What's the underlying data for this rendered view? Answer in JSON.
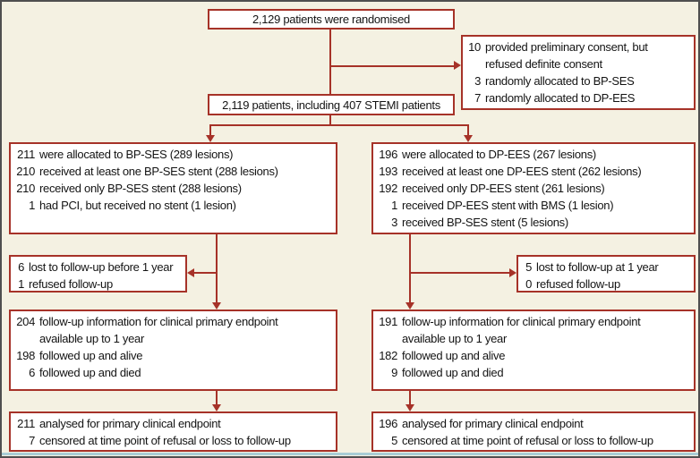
{
  "colors": {
    "accent": "#a63228",
    "background": "#f4f1e2",
    "box_fill": "#ffffff",
    "text": "#141414",
    "frame": "#4f4f4f",
    "bottom_line": "#a9cdd6"
  },
  "flow": {
    "randomised": {
      "text": "2,129 patients were randomised"
    },
    "consent_excluded": {
      "lines": [
        {
          "num": "10",
          "text": "provided preliminary consent, but"
        },
        {
          "num": "",
          "text": "refused definite consent"
        },
        {
          "num": "3",
          "text": "randomly allocated to BP-SES"
        },
        {
          "num": "7",
          "text": "randomly allocated to DP-EES"
        }
      ]
    },
    "included": {
      "text": "2,119 patients, including 407 STEMI patients"
    },
    "bpses_allocated": {
      "lines": [
        {
          "num": "211",
          "text": "were allocated to BP-SES (289 lesions)"
        },
        {
          "num": "210",
          "text": "received at least one BP-SES stent (288 lesions)"
        },
        {
          "num": "210",
          "text": "received only BP-SES stent (288 lesions)"
        },
        {
          "num": "1",
          "text": "had PCI, but received no stent (1 lesion)"
        }
      ]
    },
    "dpees_allocated": {
      "lines": [
        {
          "num": "196",
          "text": "were allocated to DP-EES (267 lesions)"
        },
        {
          "num": "193",
          "text": "received at least one DP-EES stent (262 lesions)"
        },
        {
          "num": "192",
          "text": "received only DP-EES stent (261 lesions)"
        },
        {
          "num": "1",
          "text": "received DP-EES stent with BMS (1 lesion)"
        },
        {
          "num": "3",
          "text": "received BP-SES stent (5 lesions)"
        }
      ]
    },
    "bpses_lost": {
      "lines": [
        {
          "num": "6",
          "text": "lost to follow-up before 1 year"
        },
        {
          "num": "1",
          "text": "refused follow-up"
        }
      ]
    },
    "dpees_lost": {
      "lines": [
        {
          "num": "5",
          "text": "lost to follow-up at 1 year"
        },
        {
          "num": "0",
          "text": "refused follow-up"
        }
      ]
    },
    "bpses_followup": {
      "lines": [
        {
          "num": "204",
          "text": "follow-up information for clinical primary endpoint"
        },
        {
          "num": "",
          "text": "available up to 1 year"
        },
        {
          "num": "198",
          "text": "followed up and alive"
        },
        {
          "num": "6",
          "text": "followed up and died"
        }
      ]
    },
    "dpees_followup": {
      "lines": [
        {
          "num": "191",
          "text": "follow-up information for clinical primary endpoint"
        },
        {
          "num": "",
          "text": "available up to 1 year"
        },
        {
          "num": "182",
          "text": "followed up and alive"
        },
        {
          "num": "9",
          "text": "followed up and died"
        }
      ]
    },
    "bpses_analysed": {
      "lines": [
        {
          "num": "211",
          "text": "analysed for primary clinical endpoint"
        },
        {
          "num": "7",
          "text": "censored at time point of refusal or loss to follow-up"
        }
      ]
    },
    "dpees_analysed": {
      "lines": [
        {
          "num": "196",
          "text": "analysed for primary clinical endpoint"
        },
        {
          "num": "5",
          "text": "censored at time point of refusal or loss to follow-up"
        }
      ]
    }
  }
}
